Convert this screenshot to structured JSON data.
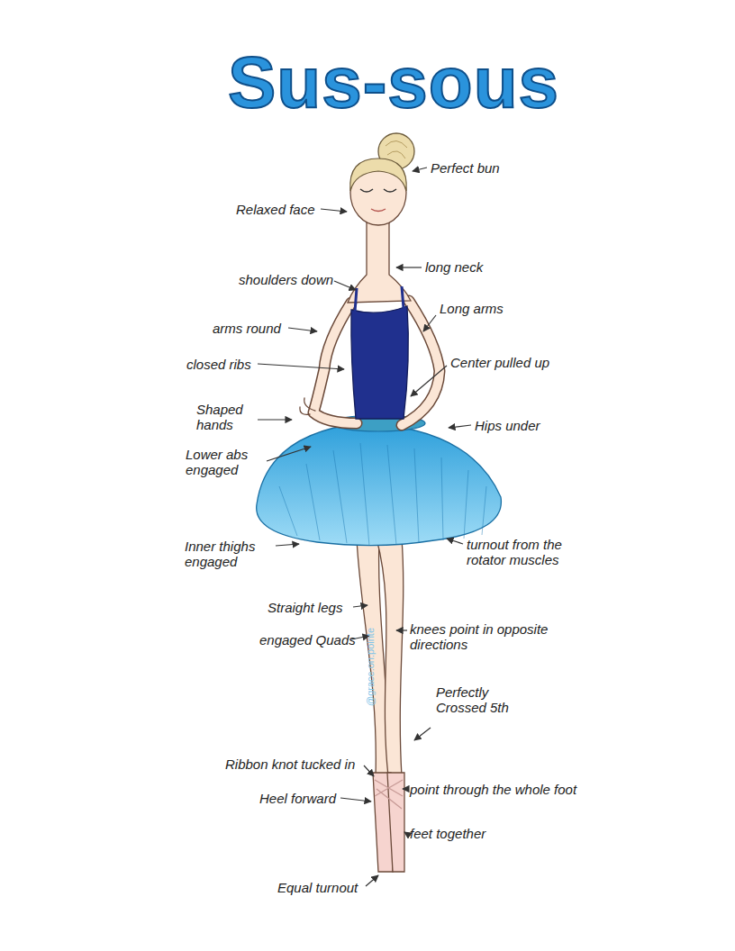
{
  "diagram": {
    "title": "Sus-sous",
    "labels": [
      "Perfect bun",
      "Relaxed face",
      "long neck",
      "shoulders down",
      "Long arms",
      "arms round",
      "Center pulled up",
      "closed ribs",
      "Shaped hands",
      "Hips under",
      "Lower abs engaged",
      "Inner thighs engaged",
      "turnout from the rotator muscles",
      "Straight legs",
      "knees point in opposite directions",
      "engaged Quads",
      "Perfectly Crossed 5th",
      "Ribbon knot tucked in",
      "point through the whole foot",
      "Heel forward",
      "feet together",
      "Equal turnout",
      "@grace.on.pointe"
    ]
  }
}
